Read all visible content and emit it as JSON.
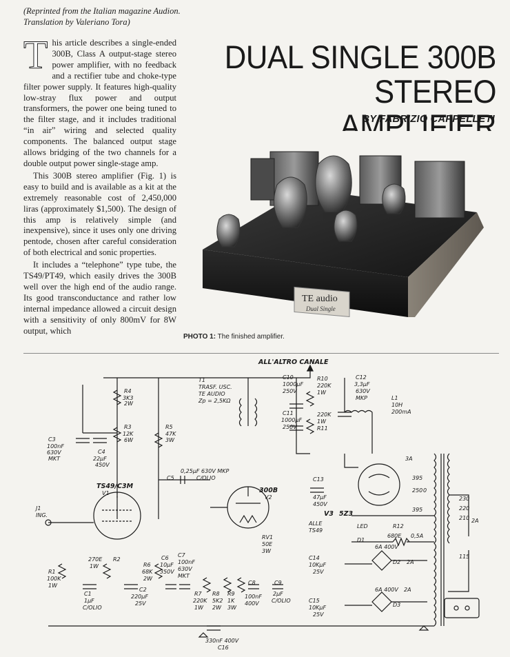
{
  "credit": "(Reprinted from the Italian magazine Audion. Translation by Valeriano Tora)",
  "title": "DUAL SINGLE 300B STEREO AMPLIFIER",
  "byline": "BY FABRIZIO CAPPELLETI",
  "article": {
    "dropcap": "T",
    "p1": "his article describes a single-ended 300B, Class A output-stage stereo power amplifier, with no feedback and a rectifier tube and choke-type filter power supply. It features high-quality low-stray flux power and output transformers, the power one being tuned to the filter stage, and it includes traditional “in air” wiring and selected quality components. The balanced output stage allows bridging of the two channels for a double output power single-stage amp.",
    "p2": "This 300B stereo amplifier (Fig. 1) is easy to build and is available as a kit at the extremely reasonable cost of 2,450,000 liras (approximately $1,500). The design of this amp is relatively simple (and inexpensive), since it uses only one driving pentode, chosen after careful consideration of both electrical and sonic properties.",
    "p3": "It includes a “telephone” type tube, the TS49/PT49, which easily drives the 300B well over the high end of the audio range. Its good transconductance and rather low internal impedance allowed a circuit design with a sensitivity of only 800mV for 8W output, which"
  },
  "photo": {
    "brand_plate": "TE audio",
    "brand_sub": "Dual Single",
    "caption_label": "PHOTO 1:",
    "caption_text": "The finished amplifier."
  },
  "schematic": {
    "top_label": "ALL'ALTRO CANALE",
    "labels": {
      "r4": "R4",
      "r4v": "3K3",
      "r4w": "2W",
      "r3": "R3",
      "r3v": "12K",
      "r3w": "6W",
      "c3": "C3",
      "c3v": "100nF",
      "c3w": "630V",
      "c3t": "MKT",
      "c4": "C4",
      "c4v": "22µF",
      "c4w": "450V",
      "r5": "R5",
      "r5v": "47K",
      "r5w": "3W",
      "t1": "T1",
      "t1a": "TRASF. USC.",
      "t1b": "TE AUDIO",
      "t1c": "Zp = 2,5KΩ",
      "c10": "C10",
      "c10v": "1000µF",
      "c10w": "250V",
      "c11": "C11",
      "c11v": "1000µF",
      "c11w": "250V",
      "r10": "R10",
      "r10v": "220K",
      "r10w": "1W",
      "r11": "R11",
      "r11v": "220K",
      "r11w": "1W",
      "c12": "C12",
      "c12v": "3,3µF",
      "c12w": "630V",
      "c12t": "MKP",
      "l1": "L1",
      "l1v": "10H",
      "l1w": "200mA",
      "c5": "C5",
      "c5v": "0,25µF 630V MKP",
      "c5w": "C/OLIO",
      "v1": "TS49/C3M",
      "v1n": "V1",
      "v2": "300B",
      "v2n": "V2",
      "v3": "V3",
      "v3t": "5Z3",
      "c13": "C13",
      "c13v": "47µF",
      "c13w": "450V",
      "j1": "J1",
      "j1t": "ING.",
      "r1": "R1",
      "r1v": "100K",
      "r1w": "1W",
      "r2": "R2",
      "r2v": "270E",
      "r2w": "1W",
      "c1": "C1",
      "c1v": "1µF",
      "c1w": "C/OLIO",
      "c2": "C2",
      "c2v": "220µF",
      "c2w": "25V",
      "c6": "C6",
      "c6v": "10µF",
      "c6w": "350V",
      "c7": "C7",
      "c7v": "100nF",
      "c7w": "630V",
      "c7t": "MKT",
      "r6": "R6",
      "r6v": "68K",
      "r6w": "2W",
      "r7": "R7",
      "r7v": "220K",
      "r7w": "1W",
      "r8": "R8",
      "r8v": "5K2",
      "r8w": "2W",
      "r9": "R9",
      "r9v": "1K",
      "r9w": "3W",
      "rv1": "RV1",
      "rv1v": "50E",
      "rv1w": "3W",
      "c8": "C8",
      "c8v": "100nF",
      "c8w": "400V",
      "c9": "C9",
      "c9v": "2µF",
      "c9w": "C/OLIO",
      "c16": "C16",
      "c16v": "330nF 400V",
      "alle": "ALLE",
      "ts49": "TS49",
      "led": "LED",
      "d1": "D1",
      "r12": "R12",
      "r12v": "680E",
      "fuse1": "0,5A",
      "c14": "C14",
      "c14v": "10KµF",
      "c14w": "25V",
      "c15": "C15",
      "c15v": "10KµF",
      "c15w": "25V",
      "d2": "D2",
      "d2v": "6A 400V",
      "d3": "D3",
      "d3v": "6A 400V",
      "f2": "2A",
      "f3": "2A",
      "fuse2": "2A",
      "p3a": "3A",
      "p395": "395",
      "p250": "250",
      "p0": "0",
      "v230": "230",
      "v220": "220",
      "v210": "210",
      "v115": "115"
    }
  }
}
